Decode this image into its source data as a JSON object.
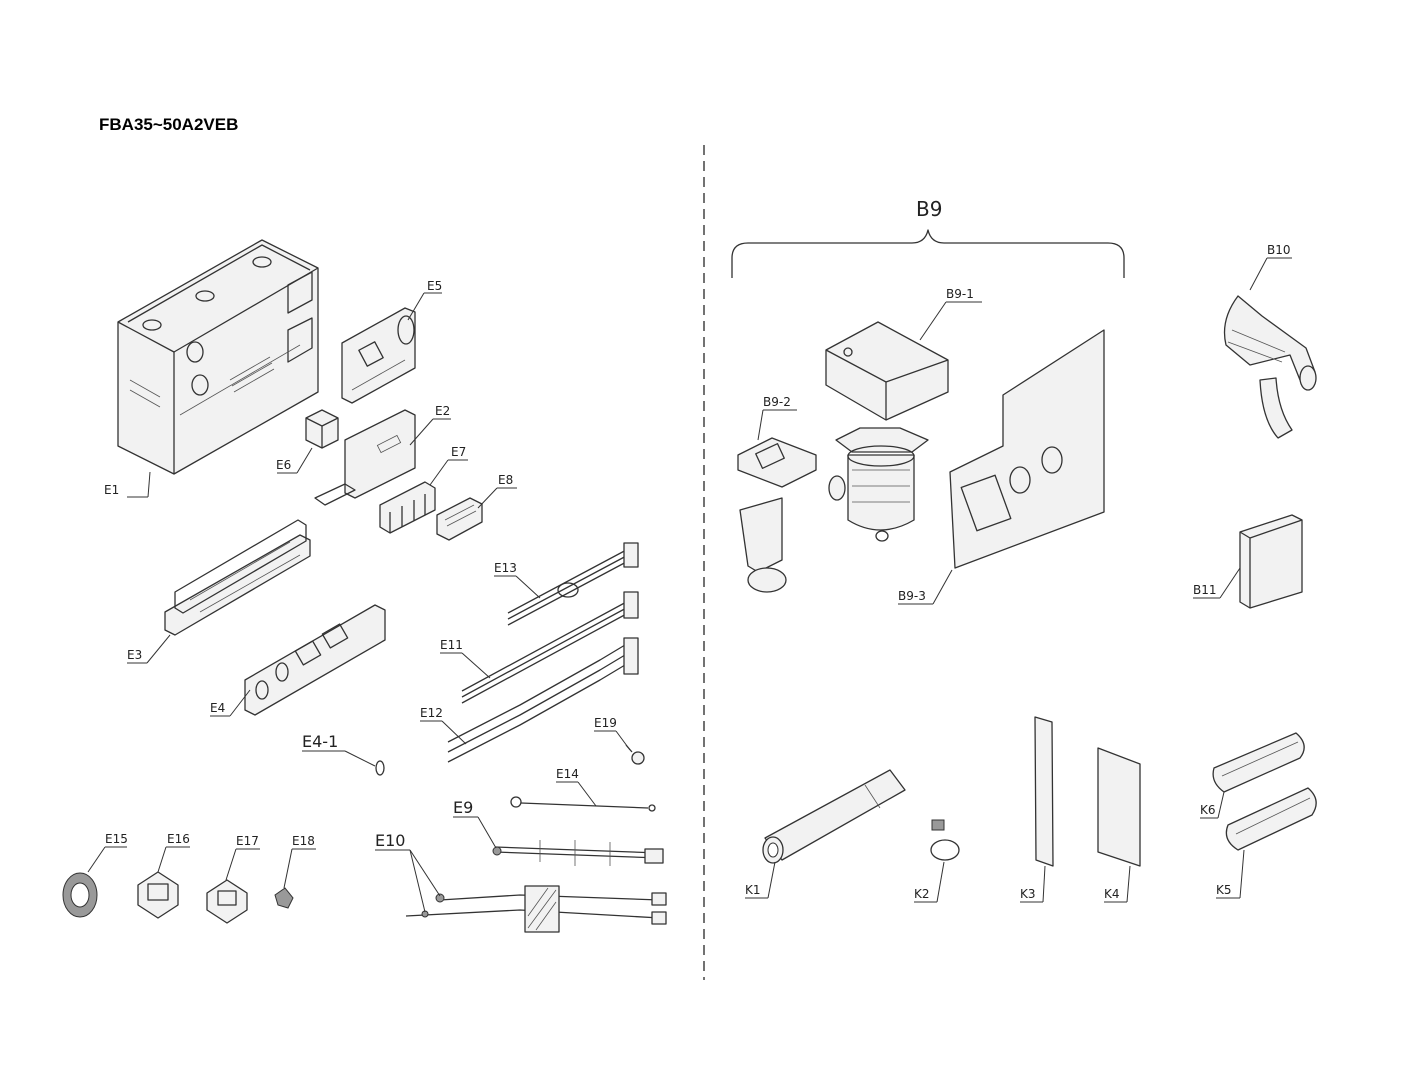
{
  "title": "FBA35~50A2VEB",
  "labels": {
    "E1": "E1",
    "E2": "E2",
    "E3": "E3",
    "E4": "E4",
    "E4_1": "E4-1",
    "E5": "E5",
    "E6": "E6",
    "E7": "E7",
    "E8": "E8",
    "E9": "E9",
    "E10": "E10",
    "E11": "E11",
    "E12": "E12",
    "E13": "E13",
    "E14": "E14",
    "E15": "E15",
    "E16": "E16",
    "E17": "E17",
    "E18": "E18",
    "E19": "E19",
    "B9": "B9",
    "B9_1": "B9-1",
    "B9_2": "B9-2",
    "B9_3": "B9-3",
    "B10": "B10",
    "B11": "B11",
    "K1": "K1",
    "K2": "K2",
    "K3": "K3",
    "K4": "K4",
    "K5": "K5",
    "K6": "K6"
  }
}
